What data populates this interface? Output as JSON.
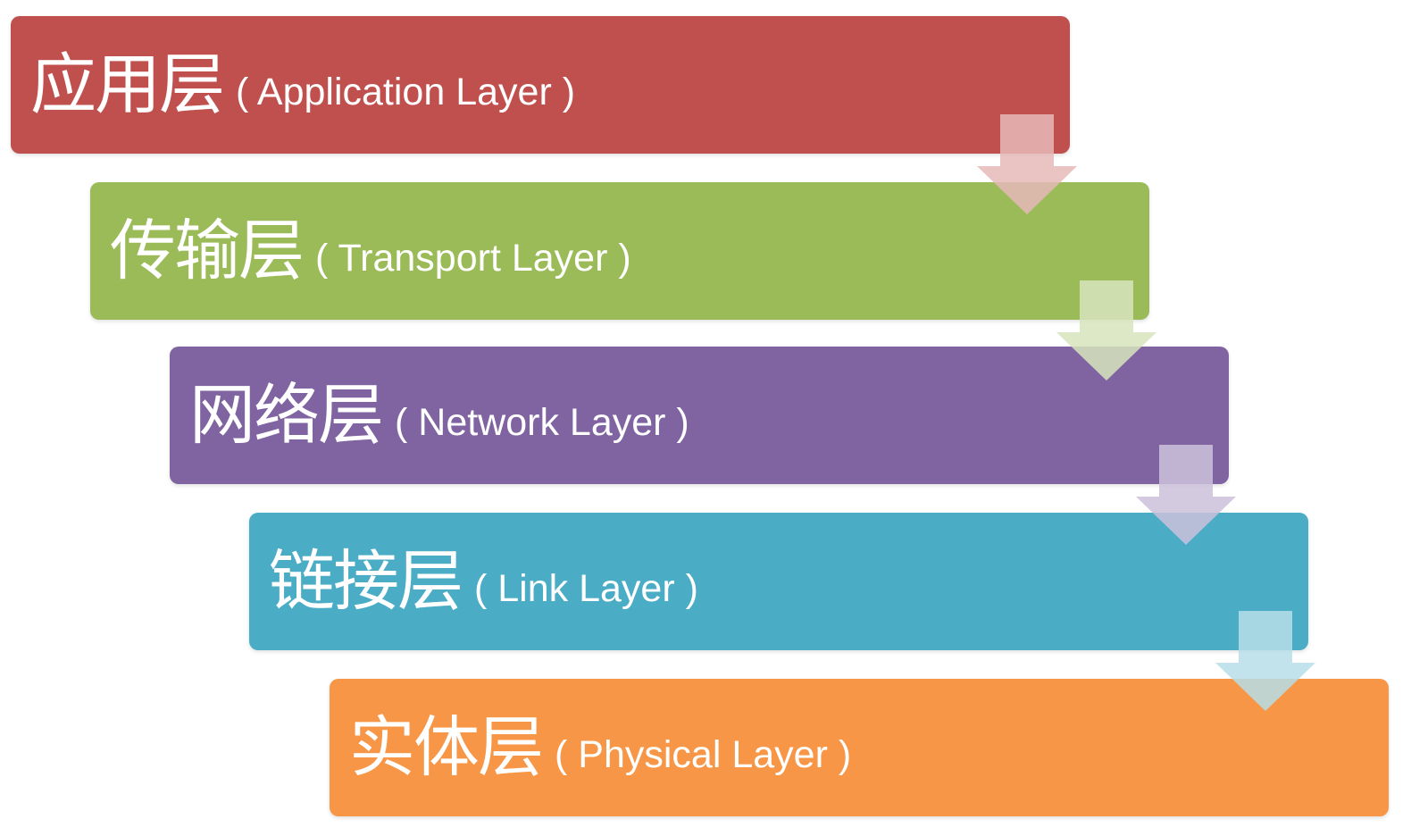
{
  "layers": [
    {
      "cn": "应用层",
      "en": "( Application Layer )",
      "color": "#c0504d"
    },
    {
      "cn": "传输层",
      "en": "( Transport Layer )",
      "color": "#9bbb59"
    },
    {
      "cn": "网络层",
      "en": "( Network Layer )",
      "color": "#8064a2"
    },
    {
      "cn": "链接层",
      "en": "( Link Layer )",
      "color": "#4bacc6"
    },
    {
      "cn": "实体层",
      "en": "( Physical Layer )",
      "color": "#f79646"
    }
  ],
  "arrows": [
    {
      "icon": "down-arrow-icon",
      "color": "#e6b9b8"
    },
    {
      "icon": "down-arrow-icon",
      "color": "#d7e4bd"
    },
    {
      "icon": "down-arrow-icon",
      "color": "#ccc1da"
    },
    {
      "icon": "down-arrow-icon",
      "color": "#b7dee8"
    }
  ]
}
